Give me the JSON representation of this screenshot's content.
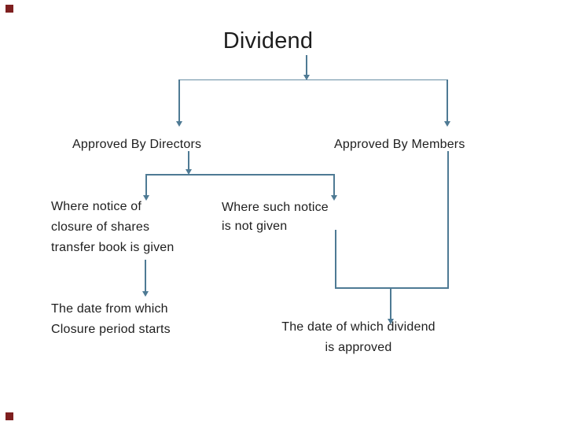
{
  "colors": {
    "background": "#ffffff",
    "line": "#4e7a94",
    "text": "#1e1e1e",
    "corner_marker": "#7e1f1f"
  },
  "diagram": {
    "title": "Dividend",
    "level1": [
      {
        "label": "Approved By Directors"
      },
      {
        "label": "Approved By Members"
      }
    ],
    "level2": [
      {
        "lines": [
          "Where notice of",
          "closure of shares",
          "transfer book is given"
        ]
      },
      {
        "lines": [
          "Where such notice",
          "is not given"
        ]
      }
    ],
    "outcomes": [
      {
        "lines": [
          "The date from which",
          "Closure period starts"
        ]
      },
      {
        "lines": [
          "The date of which dividend",
          "is approved"
        ]
      }
    ]
  }
}
